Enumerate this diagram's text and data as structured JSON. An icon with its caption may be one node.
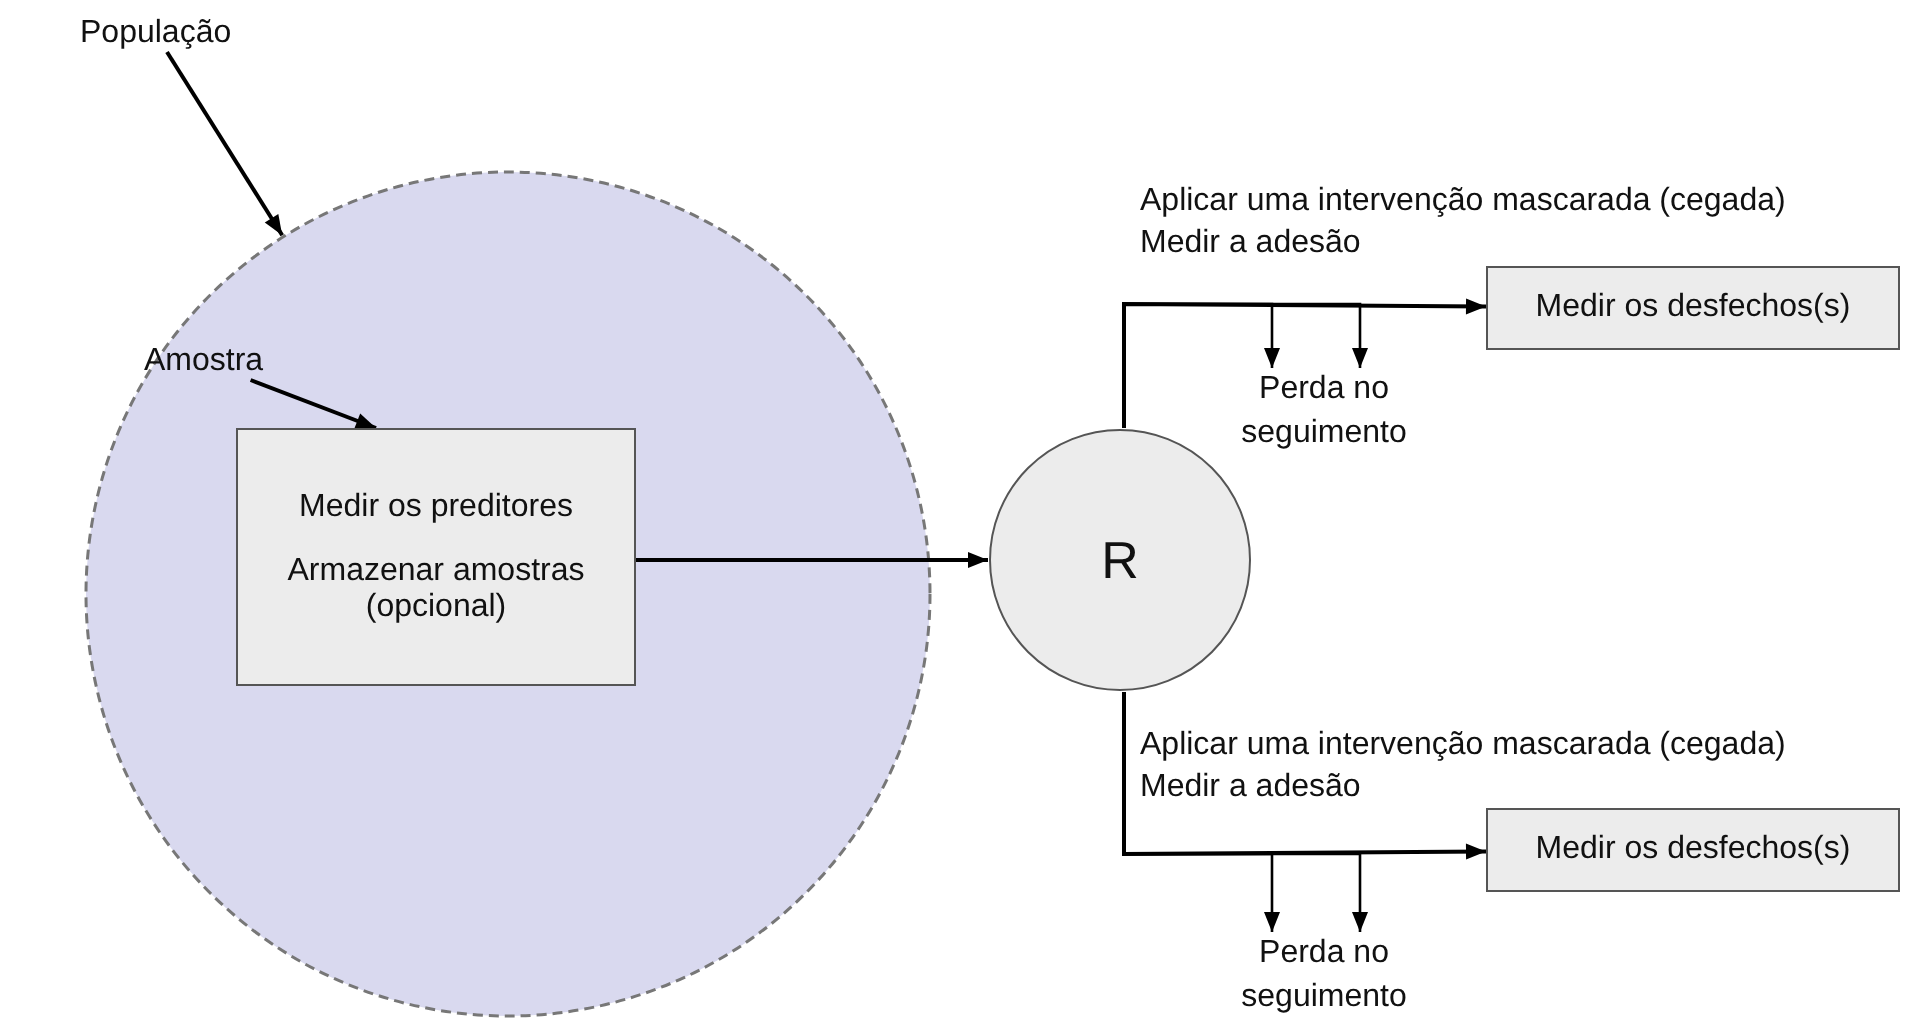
{
  "diagram": {
    "nodes": [
      {
        "text": [
          "População"
        ]
      },
      {
        "text": [],
        "shape": "circle"
      },
      {
        "text": [
          "Amostra"
        ],
        "in": 1
      },
      {
        "text": [
          "Medir os preditores",
          "Armazenar amostras (opcional)"
        ],
        "in": 1
      },
      {
        "text": [
          "R"
        ]
      },
      {
        "text": [
          "Medir os desfechos(s)"
        ]
      },
      {
        "text": [
          "Perda no seguimento"
        ]
      },
      {
        "text": [
          "Medir os desfechos(s)"
        ]
      },
      {
        "text": [
          "Perda no seguimento"
        ]
      }
    ],
    "edges": [
      {
        "from": 0,
        "to": 1,
        "arrow": "to"
      },
      {
        "from": 2,
        "to": 3,
        "arrow": "to"
      },
      {
        "from": 3,
        "to": 4,
        "arrow": "to"
      },
      {
        "from": 4,
        "to": 5,
        "arrow": "to",
        "label": "Aplicar uma intervenção mascarada (cegada) Medir a adesão"
      },
      {
        "from": 4,
        "to": 6,
        "arrow": "to"
      },
      {
        "from": 4,
        "to": 6,
        "arrow": "to"
      },
      {
        "from": 4,
        "to": 7,
        "arrow": "to",
        "label": "Aplicar uma intervenção mascarada (cegada) Medir a adesão"
      },
      {
        "from": 4,
        "to": 8,
        "arrow": "to"
      },
      {
        "from": 4,
        "to": 8,
        "arrow": "to"
      }
    ]
  }
}
